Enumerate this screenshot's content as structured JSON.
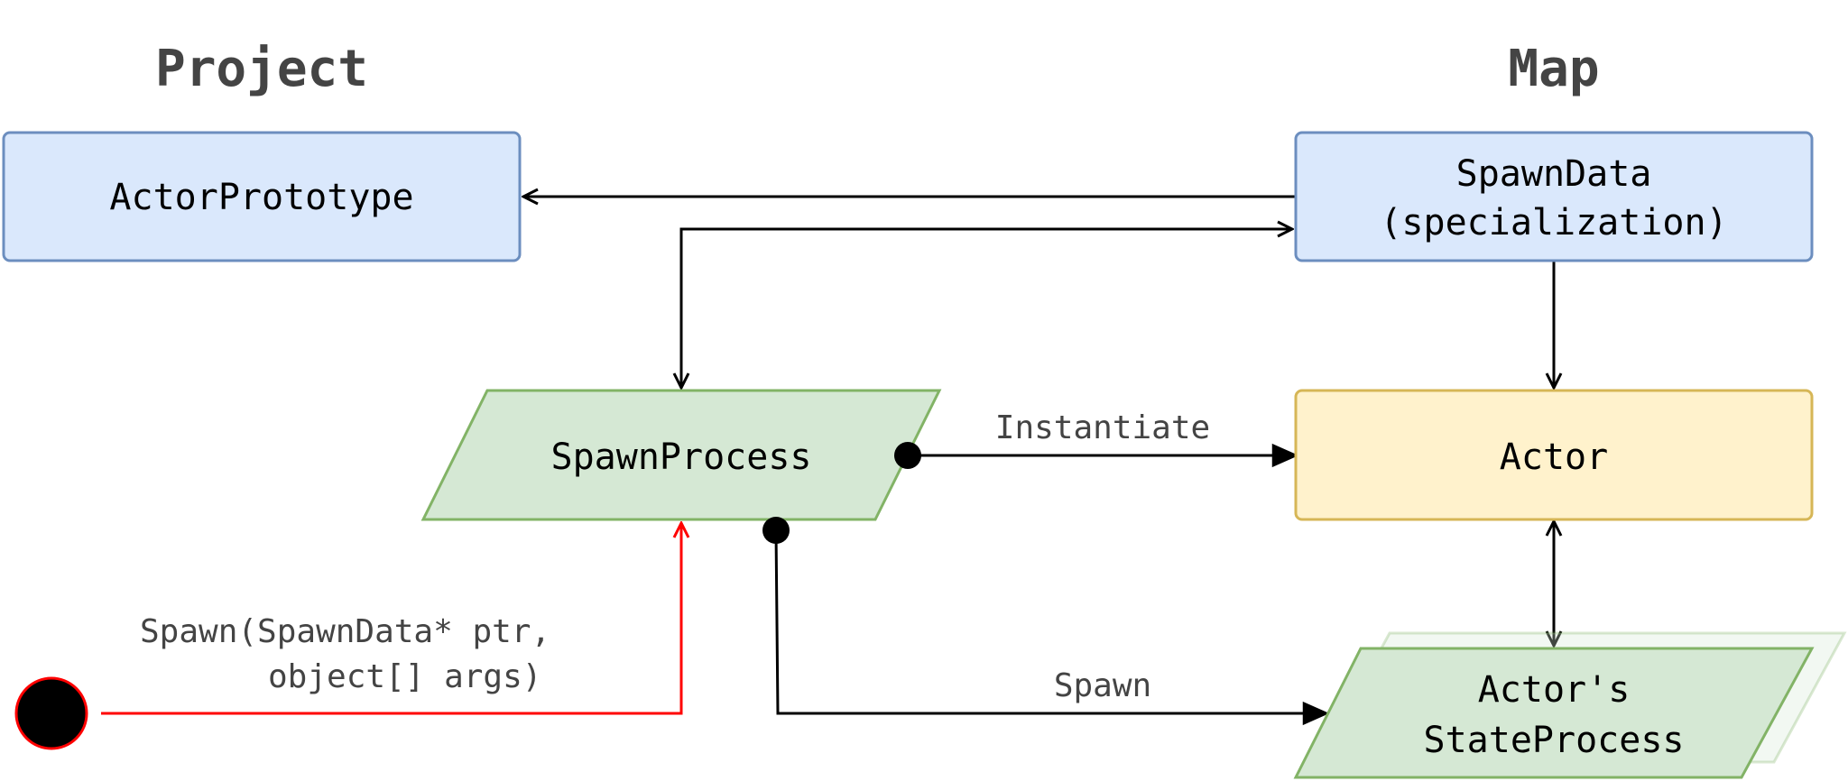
{
  "headers": {
    "project": "Project",
    "map": "Map"
  },
  "nodes": {
    "actor_prototype": "ActorPrototype",
    "spawn_data_line1": "SpawnData",
    "spawn_data_line2": "(specialization)",
    "spawn_process": "SpawnProcess",
    "actor": "Actor",
    "state_process_line1": "Actor's",
    "state_process_line2": "StateProcess"
  },
  "edges": {
    "instantiate": "Instantiate",
    "spawn": "Spawn",
    "spawn_call_line1": "Spawn(SpawnData* ptr,",
    "spawn_call_line2": "object[] args)"
  },
  "colors": {
    "blue_fill": "#dae8fc",
    "blue_stroke": "#6c8ebf",
    "green_fill": "#d5e8d4",
    "green_stroke": "#82b366",
    "yellow_fill": "#fff2cc",
    "yellow_stroke": "#d6b656",
    "red": "#ff0000"
  }
}
